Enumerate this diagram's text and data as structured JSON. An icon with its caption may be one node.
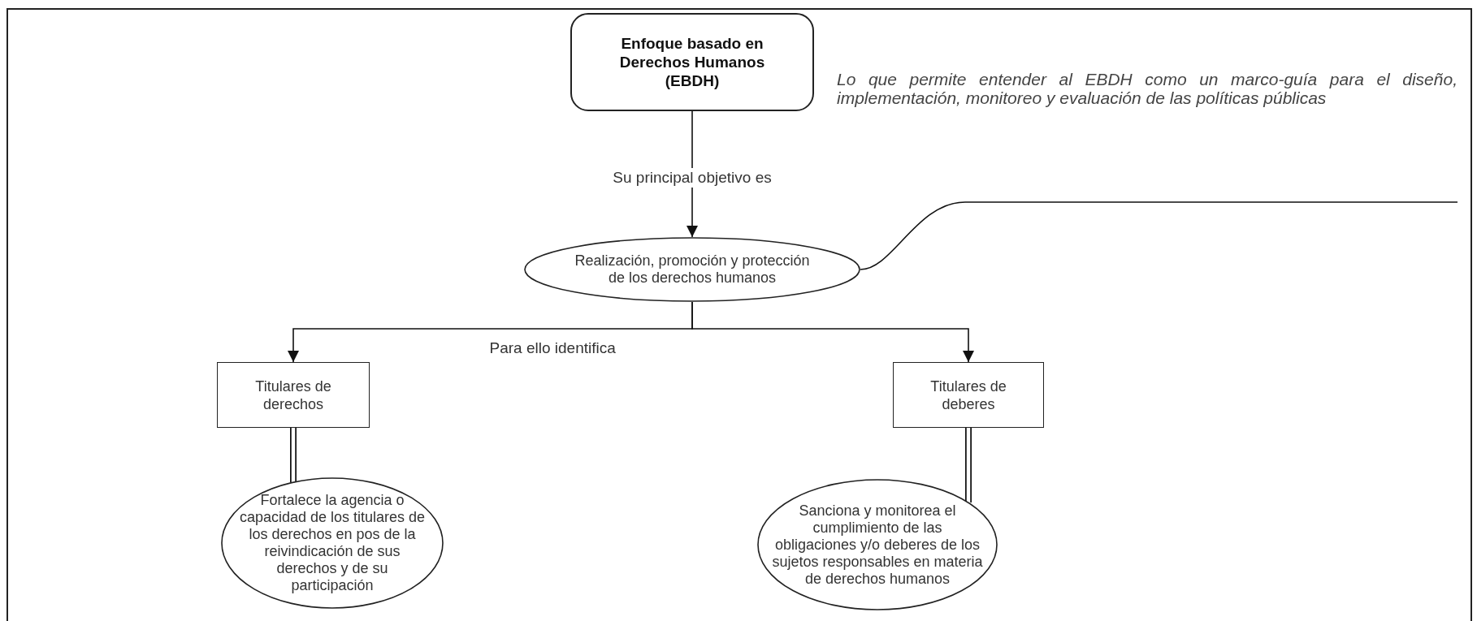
{
  "diagram": {
    "nodes": [
      {
        "text": [
          "Enfoque basado en Derechos Humanos (EBDH)"
        ]
      },
      {
        "text": [
          "Realización, promoción y protección de los derechos humanos"
        ]
      },
      {
        "text": [
          "Titulares de derechos"
        ]
      },
      {
        "text": [
          "Titulares de deberes"
        ]
      },
      {
        "text": [
          "Fortalece la agencia o capacidad de los titulares de los derechos en pos de la reivindicación de sus derechos y de su participación"
        ]
      },
      {
        "text": [
          "Sanciona y monitorea el cumplimiento de las obligaciones y/o deberes de los sujetos responsables en materia de derechos humanos"
        ]
      },
      {
        "text": [
          "Lo que permite entender al EBDH como un marco-guía para el diseño, implementación, monitoreo y evaluación de las políticas públicas"
        ]
      }
    ],
    "edges": [
      {
        "from": 0,
        "to": 1,
        "arrow": "to",
        "label": "Su principal objetivo es"
      },
      {
        "from": 1,
        "to": 2,
        "arrow": "to",
        "label": "Para ello identifica"
      },
      {
        "from": 1,
        "to": 3,
        "arrow": "to"
      },
      {
        "from": 2,
        "to": 4,
        "arrow": "none",
        "style": "thick"
      },
      {
        "from": 3,
        "to": 5,
        "arrow": "none",
        "style": "thick"
      },
      {
        "from": 6,
        "to": 1,
        "arrow": "none"
      }
    ]
  }
}
